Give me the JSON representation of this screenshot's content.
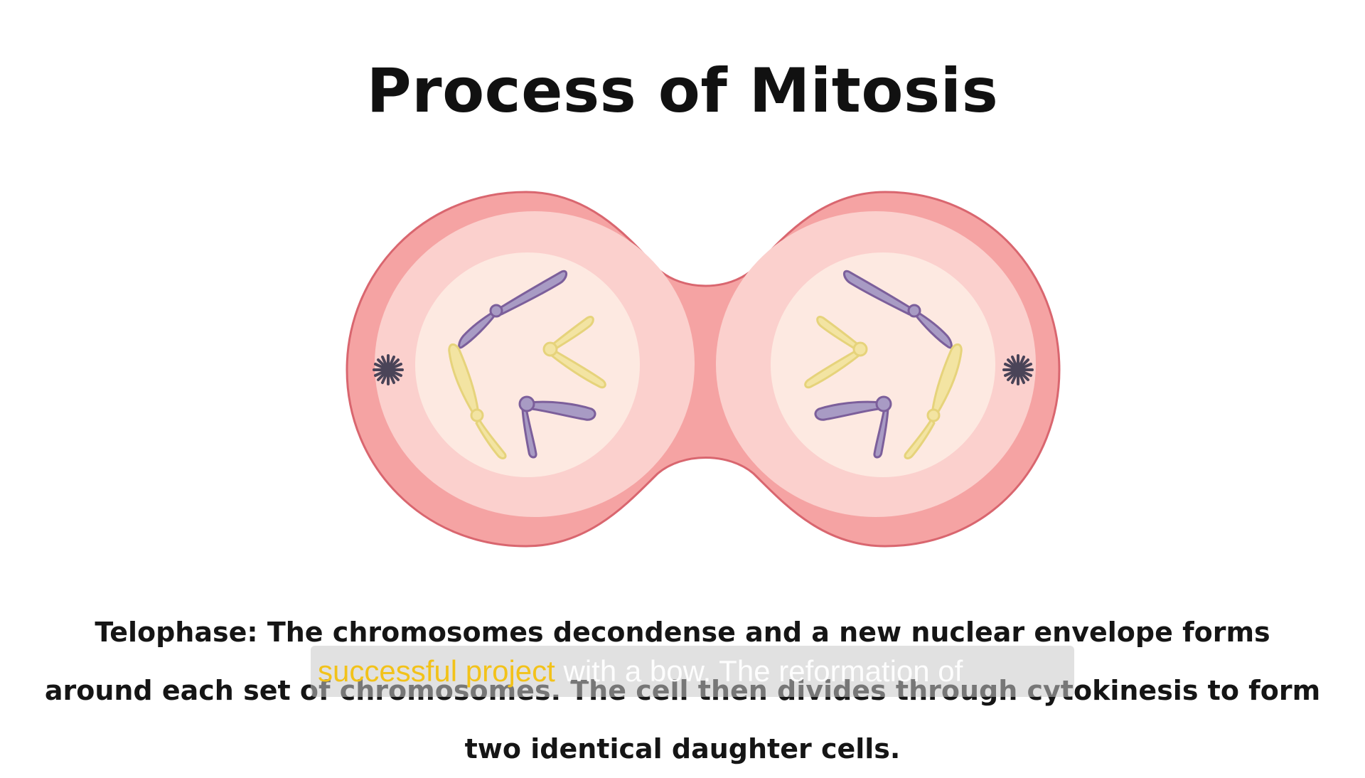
{
  "title": "Process of Mitosis",
  "diagram": {
    "stage": "Telophase",
    "colors": {
      "cell_outer": "#f5a3a3",
      "cell_outline": "#d9666f",
      "cytoplasm_light": "#fbd0cd",
      "nucleus": "#fde9e1",
      "chromosome_purple": "#a89bc4",
      "chromosome_purple_outline": "#7c5f9b",
      "chromosome_yellow": "#f3e4a2",
      "chromosome_yellow_outline": "#e6d37b",
      "centrosome": "#4a4458"
    }
  },
  "description": "Telophase: The chromosomes decondense and a new nuclear envelope forms around each set of chromosomes. The cell then divides through cytokinesis to form two identical daughter cells.",
  "caption": {
    "highlighted": "successful project",
    "rest": " with a bow. The reformation of"
  }
}
